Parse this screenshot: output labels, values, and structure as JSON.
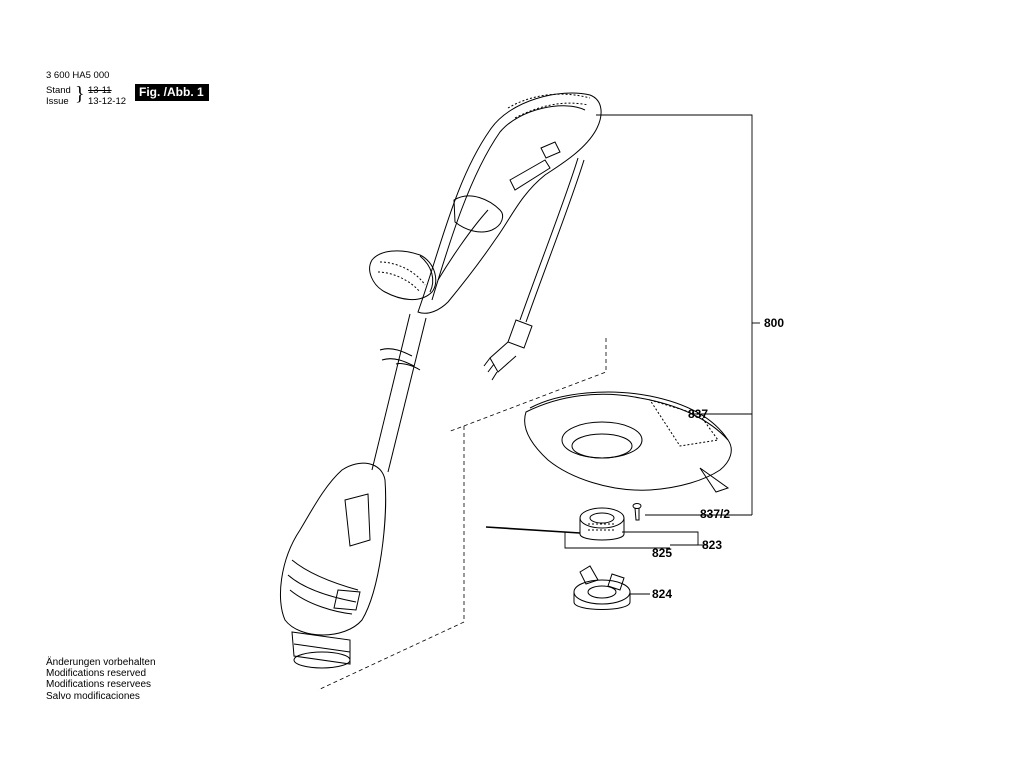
{
  "header": {
    "part_number": "3 600 HA5 000",
    "stand_label": "Stand",
    "issue_label": "Issue",
    "stand_date": "13-11",
    "issue_date": "13-12-12",
    "figure_label": "Fig. /Abb. 1"
  },
  "notes": [
    "Änderungen vorbehalten",
    "Modifications reserved",
    "Modifications reservees",
    "Salvo modificaciones"
  ],
  "callouts": {
    "c800": "800",
    "c837": "837",
    "c837_2": "837/2",
    "c823": "823",
    "c825": "825",
    "c824": "824"
  }
}
